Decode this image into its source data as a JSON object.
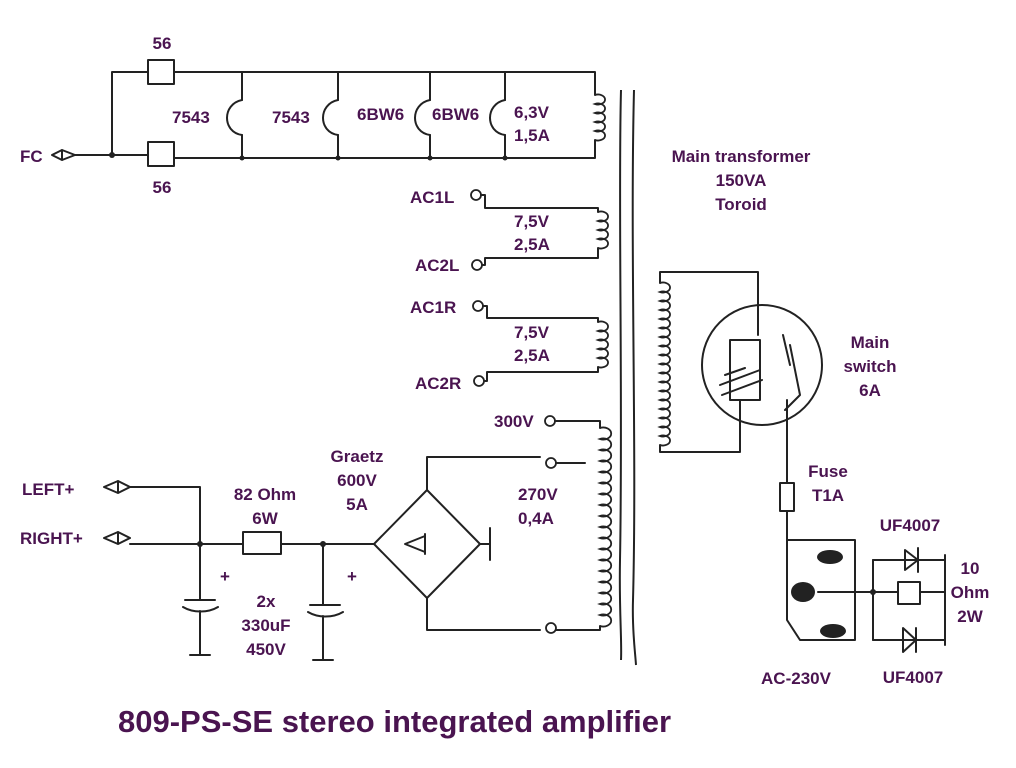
{
  "title": "809-PS-SE stereo integrated amplifier",
  "heater": {
    "resistor_top": "56",
    "resistor_bottom": "56",
    "tubes": [
      "7543",
      "7543",
      "6BW6",
      "6BW6"
    ],
    "winding_voltage": "6,3V",
    "winding_current": "1,5A",
    "output": "FC"
  },
  "ac_windings": [
    {
      "top": "AC1L",
      "bottom": "AC2L",
      "voltage": "7,5V",
      "current": "2,5A"
    },
    {
      "top": "AC1R",
      "bottom": "AC2R",
      "voltage": "7,5V",
      "current": "2,5A"
    }
  ],
  "hv_winding": {
    "tap_high": "300V",
    "voltage": "270V",
    "current": "0,4A"
  },
  "transformer": {
    "line1": "Main transformer",
    "line2": "150VA",
    "line3": "Toroid"
  },
  "rectifier": {
    "line1": "Graetz",
    "line2": "600V",
    "line3": "5A"
  },
  "resistor": {
    "line1": "82 Ohm",
    "line2": "6W"
  },
  "capacitors": {
    "count": "2x",
    "value": "330uF",
    "voltage": "450V",
    "plus": "+"
  },
  "outputs": {
    "left": "LEFT+",
    "right": "RIGHT+"
  },
  "switch": {
    "line1": "Main",
    "line2": "switch",
    "line3": "6A"
  },
  "fuse": {
    "line1": "Fuse",
    "line2": "T1A"
  },
  "diode_top": "UF4007",
  "diode_bottom": "UF4007",
  "bleeder": {
    "line1": "10",
    "line2": "Ohm",
    "line3": "2W"
  },
  "mains": "AC-230V"
}
